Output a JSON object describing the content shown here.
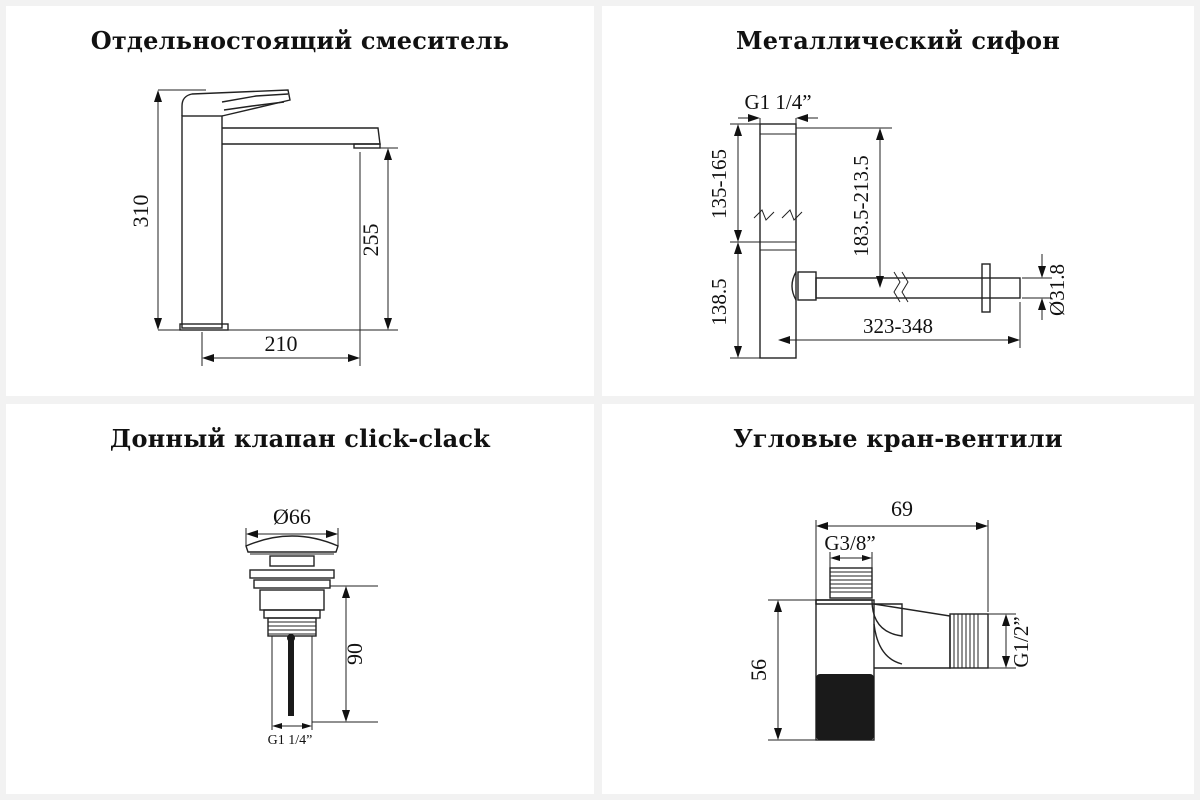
{
  "panels": [
    {
      "title": "Отдельностоящий смеситель",
      "dims": {
        "height_total": "310",
        "height_spout": "255",
        "reach": "210"
      }
    },
    {
      "title": "Металлический сифон",
      "dims": {
        "thread": "G1 1/4”",
        "upper": "135-165",
        "lower": "138.5",
        "height_outlet": "183.5-213.5",
        "length": "323-348",
        "diameter": "Ø31.8"
      }
    },
    {
      "title": "Донный клапан click-clack",
      "dims": {
        "diameter": "Ø66",
        "height": "90",
        "thread": "G1 1/4”"
      }
    },
    {
      "title": "Угловые кран-вентили",
      "dims": {
        "width": "69",
        "thread_top": "G3/8”",
        "height": "56",
        "thread_side": "G1/2”"
      }
    }
  ],
  "colors": {
    "background": "#f2f2f2",
    "panel": "#ffffff",
    "line": "#222222"
  }
}
